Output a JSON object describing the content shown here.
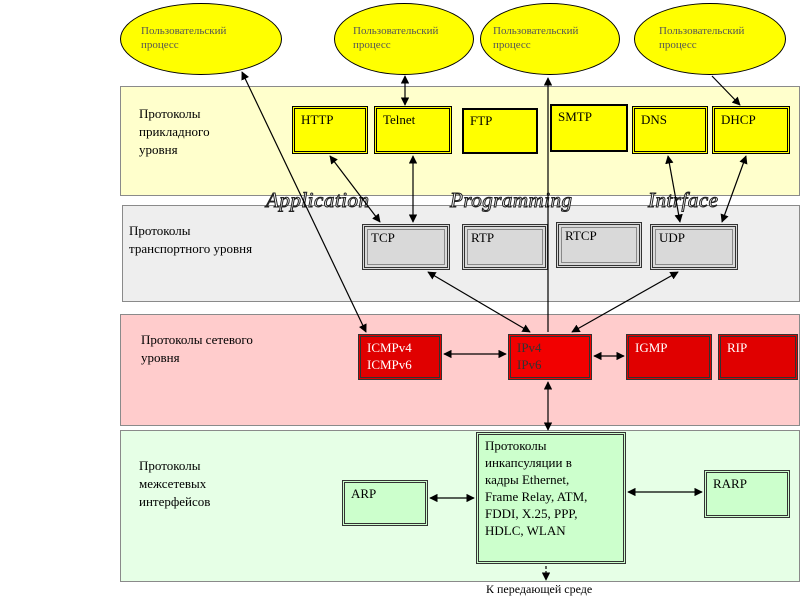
{
  "processes": [
    {
      "id": "p1",
      "label": "Пользовательский\nпроцесс"
    },
    {
      "id": "p2",
      "label": "Пользовательский\nпроцесс"
    },
    {
      "id": "p3",
      "label": "Пользовательский\nпроцесс"
    },
    {
      "id": "p4",
      "label": "Пользовательский\nпроцесс"
    }
  ],
  "layers": {
    "application": {
      "label": "Протоколы\nприкладного\nуровня",
      "color": "#ffffcc"
    },
    "transport": {
      "label": "Протоколы\nтранспортного уровня",
      "color": "#eeeeee"
    },
    "network": {
      "label": "Протоколы сетевого\nуровня",
      "color": "#ffcccc"
    },
    "interface": {
      "label": "Протоколы\nмежсетевых\nинтерфейсов",
      "color": "#e6ffe6"
    }
  },
  "application_protocols": [
    "HTTP",
    "Telnet",
    "FTP",
    "SMTP",
    "DNS",
    "DHCP"
  ],
  "transport_protocols": [
    "TCP",
    "RTP",
    "RTCP",
    "UDP"
  ],
  "network_protocols": {
    "icmp": "ICMPv4\nICMPv6",
    "ip": "IPv4\nIPv6",
    "igmp": "IGMP",
    "rip": "RIP"
  },
  "interface_protocols": {
    "arp": "ARP",
    "encap": "Протоколы\nинкапсуляции в\nкадры Ethernet,\nFrame Relay, ATM,\nFDDI, X.25, PPP,\nHDLC, WLAN",
    "rarp": "RARP"
  },
  "api_words": [
    "Application",
    "Programming",
    "Intrfaсe"
  ],
  "bottom_note": "К передающей среде"
}
